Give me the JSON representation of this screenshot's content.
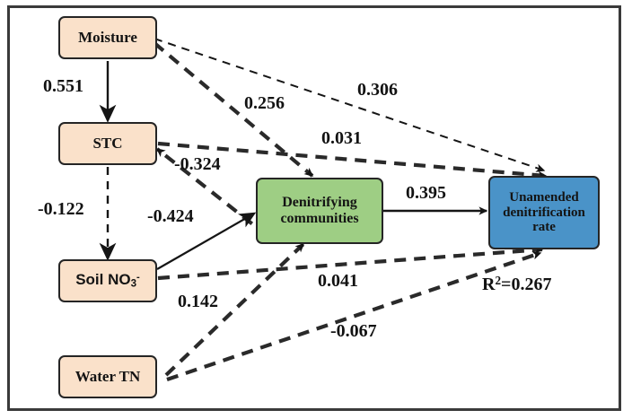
{
  "figure": {
    "type": "path-diagram",
    "kind": "structural-equation-model",
    "frame_border_color": "#3a3a3a",
    "background": "#ffffff"
  },
  "nodes": [
    {
      "id": "moisture",
      "label": "Moisture",
      "color": "#fae1ca",
      "group": "predictor"
    },
    {
      "id": "stc",
      "label": "STC",
      "color": "#fae1ca",
      "group": "predictor"
    },
    {
      "id": "soil_no3",
      "label": "Soil NO3-",
      "color": "#fae1ca",
      "group": "predictor"
    },
    {
      "id": "water_tn",
      "label": "Water TN",
      "color": "#fae1ca",
      "group": "predictor"
    },
    {
      "id": "denit_comm",
      "label": "Denitrifying communities",
      "color": "#9ece84",
      "group": "mediator"
    },
    {
      "id": "unamended",
      "label": "Unamended denitrification rate",
      "color": "#4a93c8",
      "group": "response"
    }
  ],
  "paths": [
    {
      "from": "moisture",
      "to": "stc",
      "coef": "0.551",
      "style": "solid"
    },
    {
      "from": "stc",
      "to": "soil_no3",
      "coef": "-0.122",
      "style": "dashed"
    },
    {
      "from": "moisture",
      "to": "denit_comm",
      "coef": "0.256",
      "style": "dashed"
    },
    {
      "from": "moisture",
      "to": "unamended",
      "coef": "0.306",
      "style": "dashed"
    },
    {
      "from": "water_tn",
      "to": "stc",
      "coef": "-0.324",
      "style": "dashed"
    },
    {
      "from": "stc",
      "to": "unamended",
      "coef": "0.031",
      "style": "dashed"
    },
    {
      "from": "soil_no3",
      "to": "denit_comm",
      "coef": "-0.424",
      "style": "solid"
    },
    {
      "from": "soil_no3",
      "to": "unamended",
      "coef": "0.041",
      "style": "dashed"
    },
    {
      "from": "water_tn",
      "to": "denit_comm",
      "coef": "0.142",
      "style": "dashed"
    },
    {
      "from": "water_tn",
      "to": "unamended",
      "coef": "-0.067",
      "style": "dashed"
    },
    {
      "from": "denit_comm",
      "to": "unamended",
      "coef": "0.395",
      "style": "solid"
    }
  ],
  "annotations": {
    "r_squared_base": "R",
    "r_squared_exp": "2",
    "r_squared_value": "=0.267"
  },
  "node_text": {
    "moisture": "Moisture",
    "stc": "STC",
    "soil_no3_main": "Soil NO",
    "soil_no3_sub": "3",
    "soil_no3_sup": "-",
    "water_tn": "Water TN",
    "denit_line1": "Denitrifying",
    "denit_line2": "communities",
    "unamended_line1": "Unamended",
    "unamended_line2": "denitrification",
    "unamended_line3": "rate"
  },
  "coef_labels": {
    "moisture_stc": "0.551",
    "stc_soilno3": "-0.122",
    "moisture_denit": "0.256",
    "moisture_unamended": "0.306",
    "watertn_stc": "-0.324",
    "stc_unamended": "0.031",
    "soilno3_denit": "-0.424",
    "soilno3_unamended": "0.041",
    "watertn_denit": "0.142",
    "watertn_unamended": "-0.067",
    "denit_unamended": "0.395"
  }
}
